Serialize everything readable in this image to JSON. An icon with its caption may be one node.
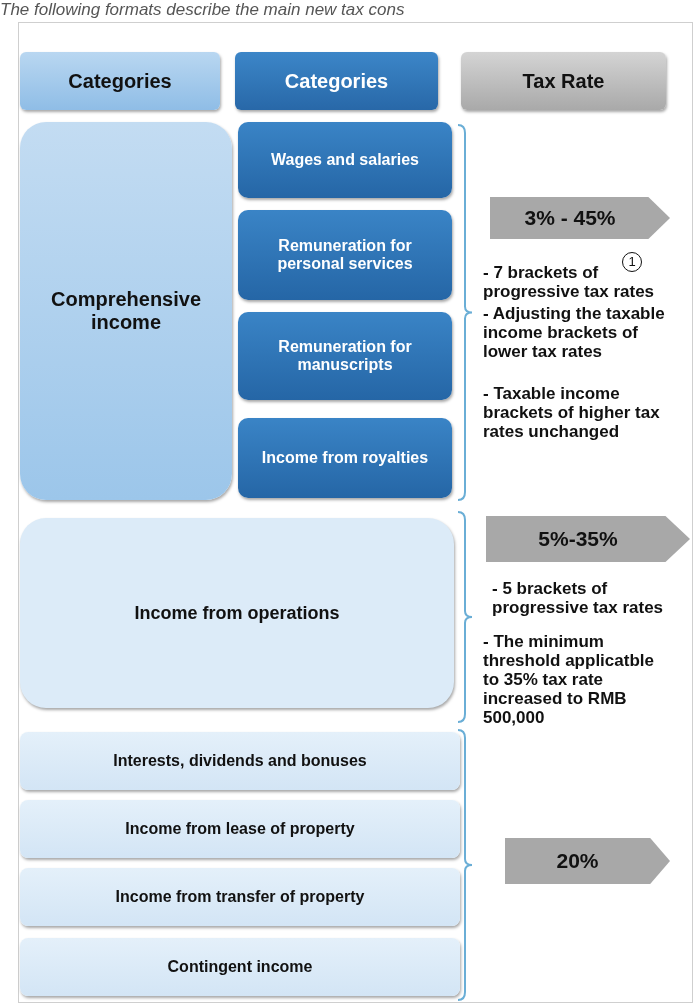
{
  "diagram": {
    "nodes": [
      {
        "text": [
          "Categories"
        ]
      },
      {
        "text": [
          "Categories"
        ]
      },
      {
        "text": [
          "Tax Rate"
        ]
      },
      {
        "text": [
          "Comprehensive income"
        ]
      },
      {
        "text": [
          "Wages and salaries"
        ]
      },
      {
        "text": [
          "Remuneration for personal services"
        ]
      },
      {
        "text": [
          "Remuneration for manuscripts"
        ]
      },
      {
        "text": [
          "Income from royalties"
        ]
      },
      {
        "text": [
          "3% - 45%"
        ]
      },
      {
        "text": [
          "Income from operations"
        ]
      },
      {
        "text": [
          "5%-35%"
        ]
      },
      {
        "text": [
          "Interests, dividends and bonuses"
        ]
      },
      {
        "text": [
          "Income from lease of property"
        ]
      },
      {
        "text": [
          "Income from transfer of property"
        ]
      },
      {
        "text": [
          "Contingent income"
        ]
      },
      {
        "text": [
          "20%"
        ]
      }
    ],
    "labels": [
      "The following formats describe the main new tax cons",
      "- 7 brackets of progressive tax rates",
      "1",
      "- Adjusting the taxable income brackets of lower tax rates",
      "- Taxable income brackets of higher tax rates unchanged",
      "- 5 brackets of progressive tax rates",
      "- The minimum threshold applicatble to 35% tax rate increased to RMB 500,000"
    ]
  }
}
